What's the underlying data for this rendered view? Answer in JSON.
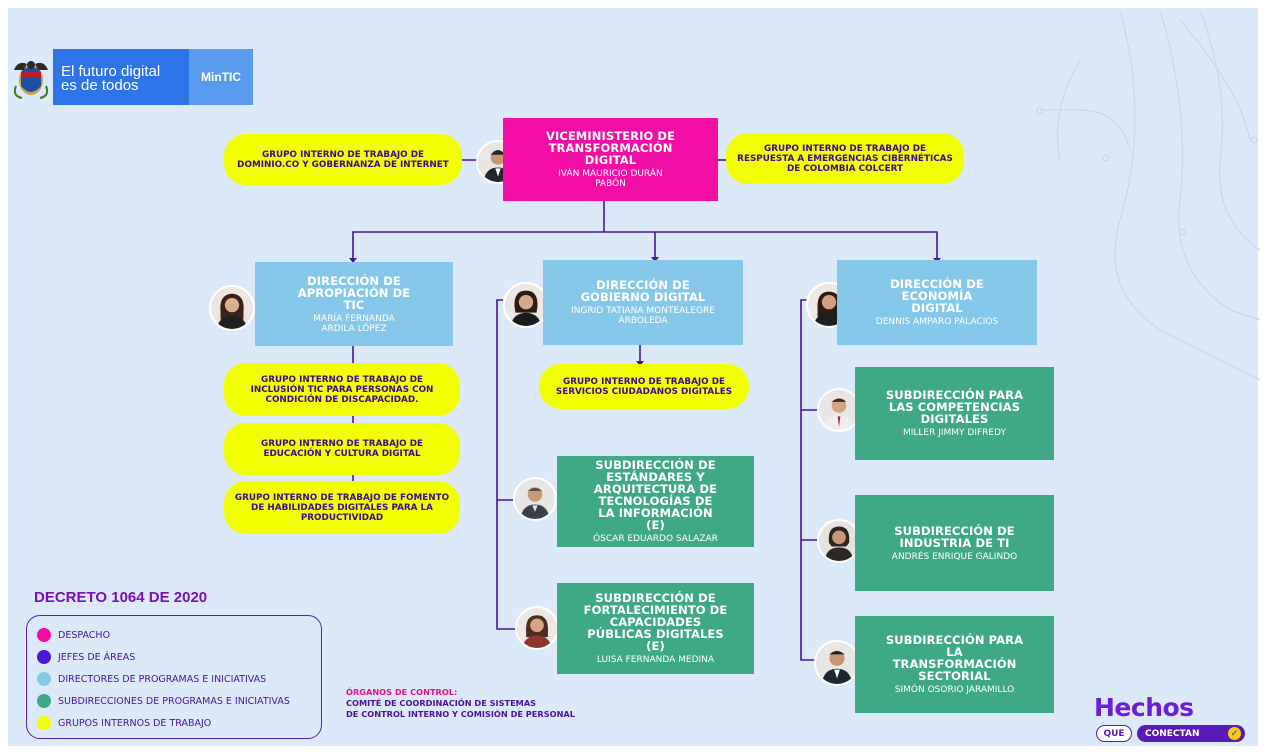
{
  "header": {
    "logo_line1": "El futuro digital",
    "logo_line2": "es de todos",
    "ministry": "MinTIC"
  },
  "top": {
    "title": "VICEMINISTERIO DE TRANSFORMACIÓN DIGITAL",
    "name": "IVÁN MAURICIO DURÁN PABÓN",
    "left_group": "GRUPO INTERNO DE TRABAJO DE DOMINIO.CO Y GOBERNANZA DE INTERNET",
    "right_group": "GRUPO INTERNO DE TRABAJO DE RESPUESTA A EMERGENCIAS CIBERNÉTICAS DE COLOMBIA COLCERT"
  },
  "col1": {
    "title": "DIRECCIÓN DE APROPIACIÓN DE TIC",
    "name": "MARÍA FERNANDA ARDILA LÓPEZ",
    "groups": [
      "GRUPO INTERNO DE TRABAJO DE INCLUSIÓN TIC PARA PERSONAS CON CONDICIÓN DE DISCAPACIDAD.",
      "GRUPO INTERNO DE TRABAJO DE EDUCACIÓN Y CULTURA DIGITAL",
      "GRUPO INTERNO DE TRABAJO DE FOMENTO DE HABILIDADES DIGITALES PARA LA PRODUCTIVIDAD"
    ]
  },
  "col2": {
    "title": "DIRECCIÓN DE GOBIERNO DIGITAL",
    "name": "INGRID TATIANA MONTEALEGRE ARBOLEDA",
    "group": "GRUPO INTERNO DE TRABAJO DE SERVICIOS CIUDADANOS DIGITALES",
    "subs": [
      {
        "title": "SUBDIRECCIÓN DE ESTÁNDARES Y ARQUITECTURA DE TECNOLOGÍAS DE LA INFORMACIÓN (E)",
        "name": "ÓSCAR EDUARDO SALAZAR"
      },
      {
        "title": "SUBDIRECCIÓN DE FORTALECIMIENTO DE CAPACIDADES PÚBLICAS DIGITALES (E)",
        "name": "LUISA FERNANDA MEDINA"
      }
    ]
  },
  "col3": {
    "title": "DIRECCIÓN DE ECONOMÍA DIGITAL",
    "name": "DENNIS AMPARO PALACIOS",
    "subs": [
      {
        "title": "SUBDIRECCIÓN PARA LAS COMPETENCIAS DIGITALES",
        "name": "MILLER JIMMY DIFREDY"
      },
      {
        "title": "SUBDIRECCIÓN DE INDUSTRIA DE TI",
        "name": "ANDRÉS ENRIQUE GALINDO"
      },
      {
        "title": "SUBDIRECCIÓN PARA LA TRANSFORMACIÓN SECTORIAL",
        "name": "SIMÓN OSORIO JARAMILLO"
      }
    ]
  },
  "decreto": "DECRETO 1064 DE 2020",
  "legend": [
    {
      "label": "DESPACHO",
      "color": "#f20ea4"
    },
    {
      "label": "JEFES DE ÁREAS",
      "color": "#4b17d9"
    },
    {
      "label": "DIRECTORES DE PROGRAMAS E INICIATIVAS",
      "color": "#86c8ea"
    },
    {
      "label": "SUBDIRECCIONES DE PROGRAMAS E INICIATIVAS",
      "color": "#3fa987"
    },
    {
      "label": "GRUPOS INTERNOS DE TRABAJO",
      "color": "#f2ff00"
    }
  ],
  "organos": {
    "heading": "ÓRGANOS DE CONTROL:",
    "line1": "COMITÉ DE COORDINACIÓN DE SISTEMAS",
    "line2": "DE CONTROL INTERNO Y COMISIÓN DE PERSONAL"
  },
  "brand": {
    "hechos": "Hechos",
    "que": "QUE",
    "conectan": "CONECTAN"
  },
  "colors": {
    "despacho": "#f20ea4",
    "director": "#86c8ea",
    "subdireccion": "#3fa987",
    "grupo": "#f2ff00",
    "connector": "#4a12a0"
  }
}
